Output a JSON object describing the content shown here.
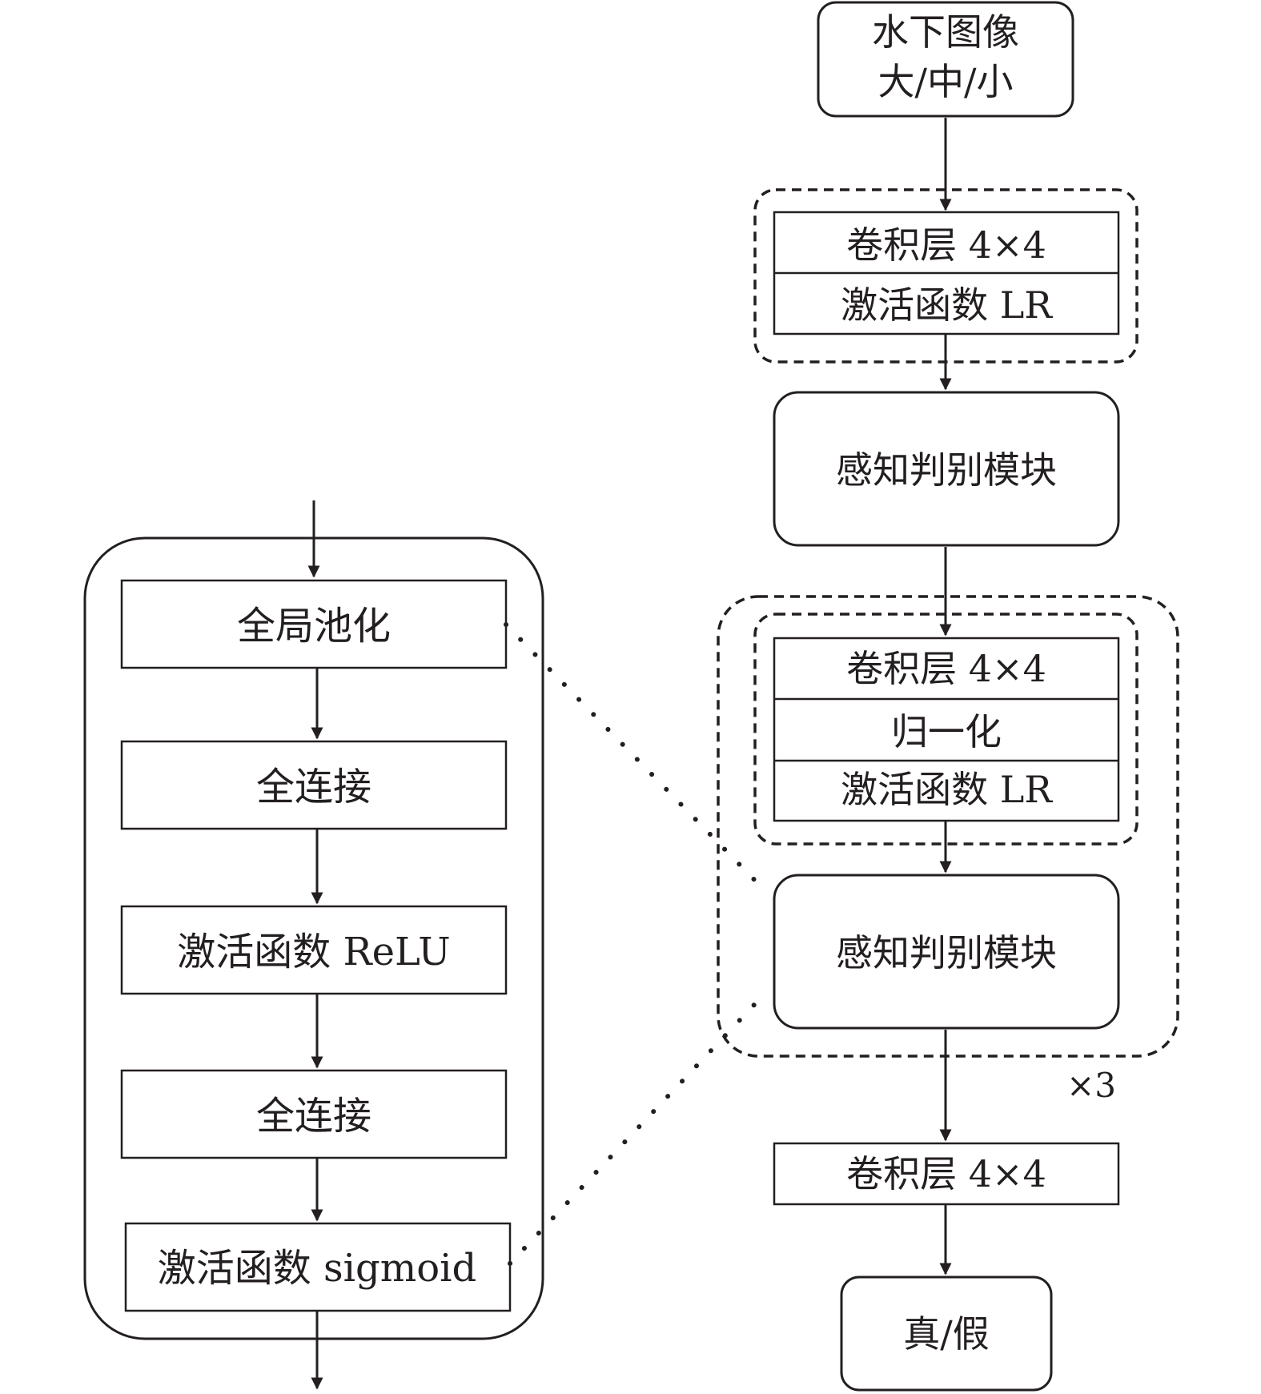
{
  "main_flow": {
    "input": {
      "line1": "水下图像",
      "line2": "大/中/小"
    },
    "first_block": {
      "conv": "卷积层 4×4",
      "act": "激活函数 LR"
    },
    "perception_module_1": "感知判别模块",
    "repeat_block": {
      "conv": "卷积层 4×4",
      "norm": "归一化",
      "act": "激活函数 LR",
      "perception_module": "感知判别模块",
      "repeat_count": "×3"
    },
    "final_conv": "卷积层 4×4",
    "output": "真/假"
  },
  "module_detail": {
    "global_pool": "全局池化",
    "fc1": "全连接",
    "relu": "激活函数 ReLU",
    "fc2": "全连接",
    "sigmoid": "激活函数 sigmoid"
  }
}
